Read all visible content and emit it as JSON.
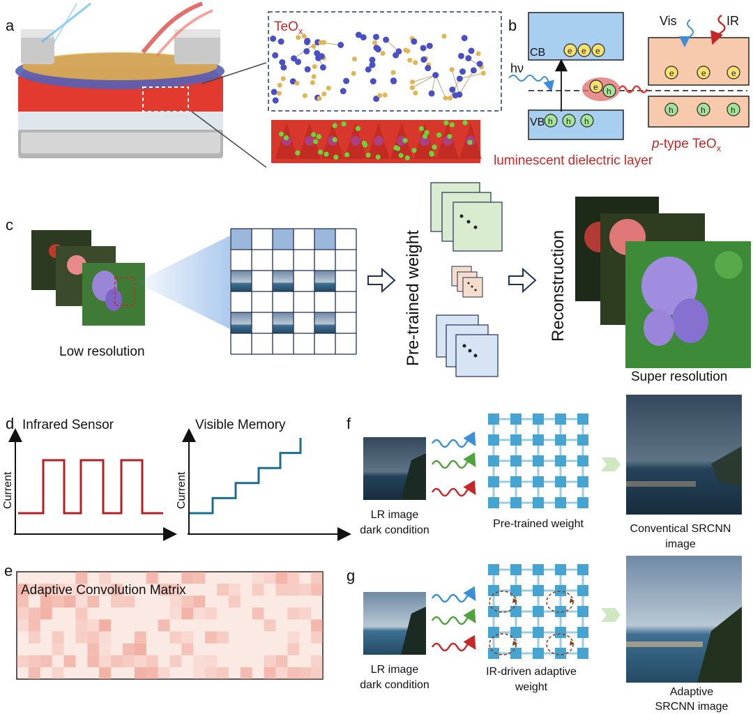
{
  "panel_labels": {
    "a": "a",
    "b": "b",
    "c": "c",
    "d": "d",
    "e": "e",
    "f": "f",
    "g": "g"
  },
  "panel_a": {
    "material_label": "TeO",
    "material_sub": "x"
  },
  "panel_b": {
    "cb": "CB",
    "vb": "VB",
    "hv": "hν",
    "vis": "Vis",
    "ir": "IR",
    "electron": "e",
    "hole": "h",
    "layer_caption": "luminescent dielectric layer",
    "p_type_label": "p-type TeO",
    "p_type_sub": "x",
    "colors": {
      "band": "#a9cff0",
      "p_type_box": "#f7c9ad",
      "particle": "#f5e070",
      "hole_particle": "#a6e39a",
      "caption": "#c62828"
    }
  },
  "panel_c": {
    "low_resolution": "Low resolution",
    "pretrained_weight": "Pre-trained weight",
    "reconstruction": "Reconstruction",
    "super_resolution": "Super resolution"
  },
  "panel_d": {
    "ir_title": "Infrared Sensor",
    "vis_title": "Visible Memory",
    "ylabel": "Current",
    "colors": {
      "ir_trace": "#b51f24",
      "vis_trace": "#1f6d8c"
    }
  },
  "chart_data": [
    {
      "type": "line",
      "title": "Infrared Sensor",
      "xlabel": "",
      "ylabel": "Current",
      "series": [
        {
          "levels": [
            0,
            1,
            0,
            1,
            0,
            1,
            0
          ]
        }
      ],
      "grid": false
    },
    {
      "type": "line",
      "title": "Visible Memory",
      "xlabel": "",
      "ylabel": "Current",
      "series": [
        {
          "levels": [
            0,
            1,
            2,
            3,
            4,
            5
          ]
        }
      ],
      "grid": false
    }
  ],
  "panel_e": {
    "title": "Adaptive Convolution Matrix",
    "colors": {
      "base": "#fbe9e4",
      "strong": "#ee9a8b"
    }
  },
  "panel_f": {
    "lr_caption_1": "LR image",
    "lr_caption_2": "dark condition",
    "weight_caption": "Pre-trained weight",
    "output_caption_1": "Conventical SRCNN",
    "output_caption_2": "image"
  },
  "panel_g": {
    "lr_caption_1": "LR image",
    "lr_caption_2": "dark condition",
    "weight_caption_1": "IR-driven adaptive",
    "weight_caption_2": "weight",
    "output_caption_1": "Adaptive",
    "output_caption_2": "SRCNN image"
  },
  "colors": {
    "node": "#45a5d0",
    "node_link": "#9ccbe3",
    "wave_blue": "#3b8fd6",
    "wave_green": "#4ea33a",
    "wave_red": "#c62828",
    "arrow_green": "#cfe8c2",
    "grid_line": "#1f2e55"
  }
}
